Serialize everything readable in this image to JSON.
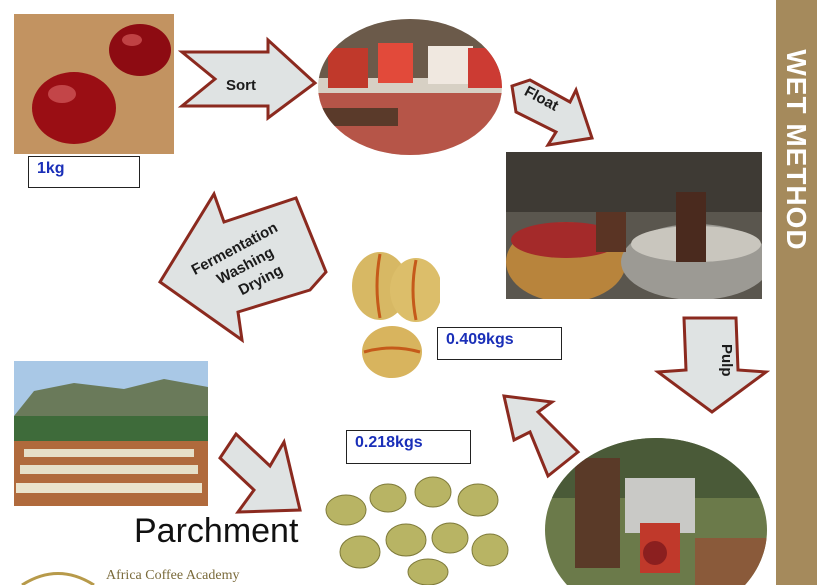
{
  "sidebar": {
    "title": "WET METHOD",
    "color": "#a58a5c"
  },
  "steps": {
    "sort": "Sort",
    "float": "Float",
    "pulp": "Pulp",
    "fermentation": [
      "Fermentation",
      "Washing",
      "Drying"
    ],
    "parchment": "Parchment"
  },
  "weights": {
    "cherry": "1kg",
    "green": "0.409kgs",
    "parchment": "0.218kgs"
  },
  "footer": {
    "logo_text": "Africa Coffee Academy"
  },
  "colors": {
    "arrow_fill": "#dfe3e3",
    "arrow_stroke": "#8b2a1f",
    "label_text": "#1a2fb8"
  }
}
